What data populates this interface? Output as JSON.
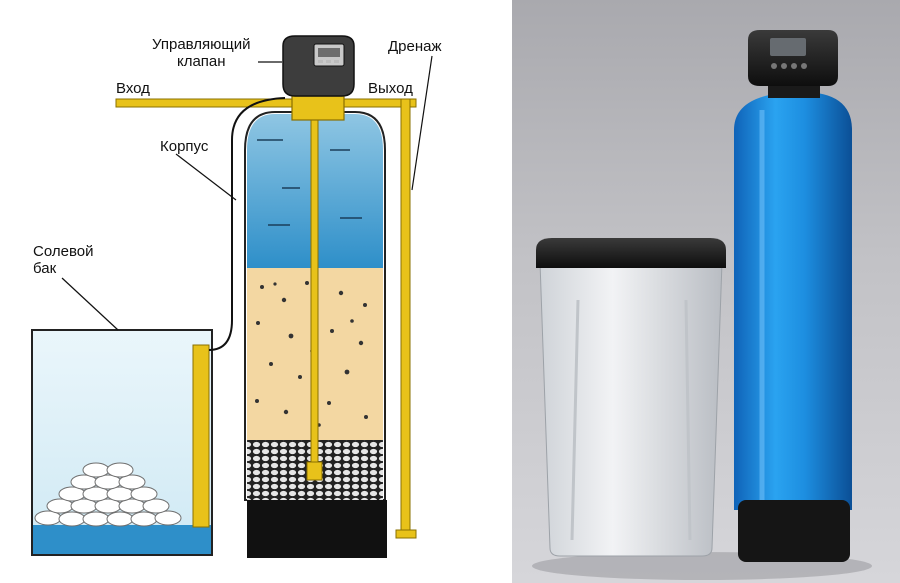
{
  "diagram": {
    "labels": {
      "control_valve_line1": "Управляющий",
      "control_valve_line2": "клапан",
      "drain": "Дренаж",
      "inlet": "Вход",
      "outlet": "Выход",
      "housing": "Корпус",
      "brine_tank_line1": "Солевой",
      "brine_tank_line2": "бак"
    },
    "colors": {
      "water": "#2e8fc9",
      "water_light": "#8fc6e3",
      "media": "#f3d7a2",
      "pipe": "#e8c21a",
      "valve_body": "#444444",
      "bottom_cap": "#111111",
      "tank_blue": "#1f8fe0"
    }
  },
  "photo": {
    "description_items": [
      "brine-tank-photo",
      "softener-vessel-photo",
      "control-head-photo"
    ]
  }
}
